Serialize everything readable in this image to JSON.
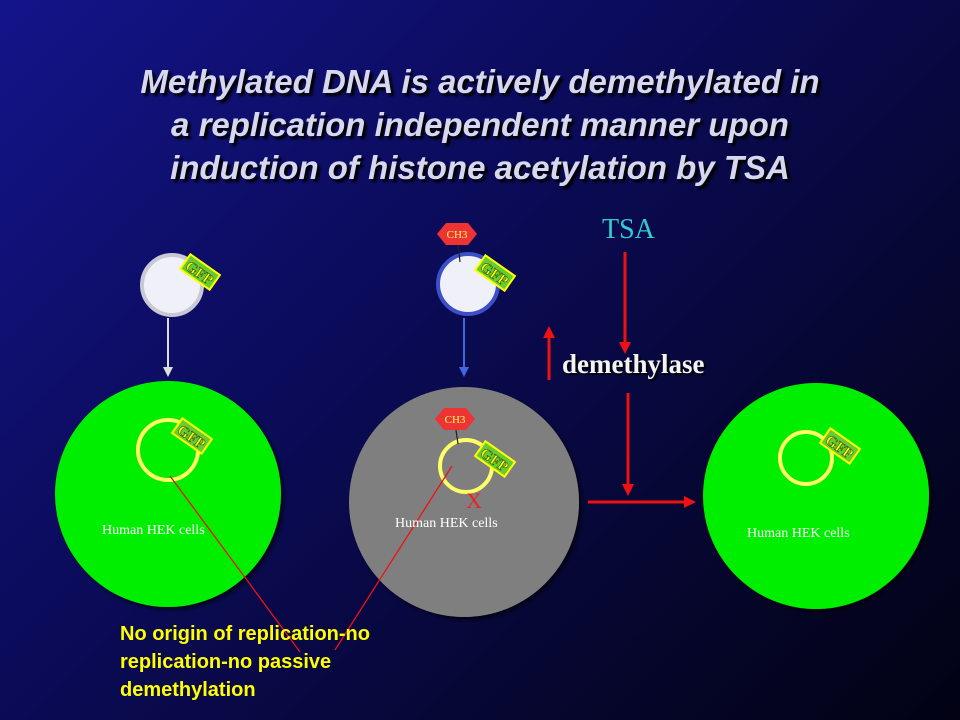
{
  "title": {
    "line1": "Methylated DNA is actively demethylated in",
    "line2": "a replication independent manner upon",
    "line3": "induction of histone acetylation by TSA"
  },
  "labels": {
    "tsa": "TSA",
    "demethylase": "demethylase",
    "ch3": "CH3",
    "gfp": "GFP",
    "block_mark": "X",
    "cell_left": "Human HEK cells",
    "cell_middle": "Human HEK cells",
    "cell_right": "Human HEK cells"
  },
  "note": {
    "line1": "No origin of replication-no",
    "line2": "replication-no passive",
    "line3": "demethylation"
  },
  "colors": {
    "active_cell": "#00ee00",
    "silenced_cell": "#7f7f7f",
    "plasmid": "#ffff66",
    "gfp_box": "#66cc33",
    "ch3_hexagon": "#ee3333",
    "arrow_red": "#ee1111",
    "tsa_text": "#33cccc",
    "note_text": "#ffff00"
  }
}
